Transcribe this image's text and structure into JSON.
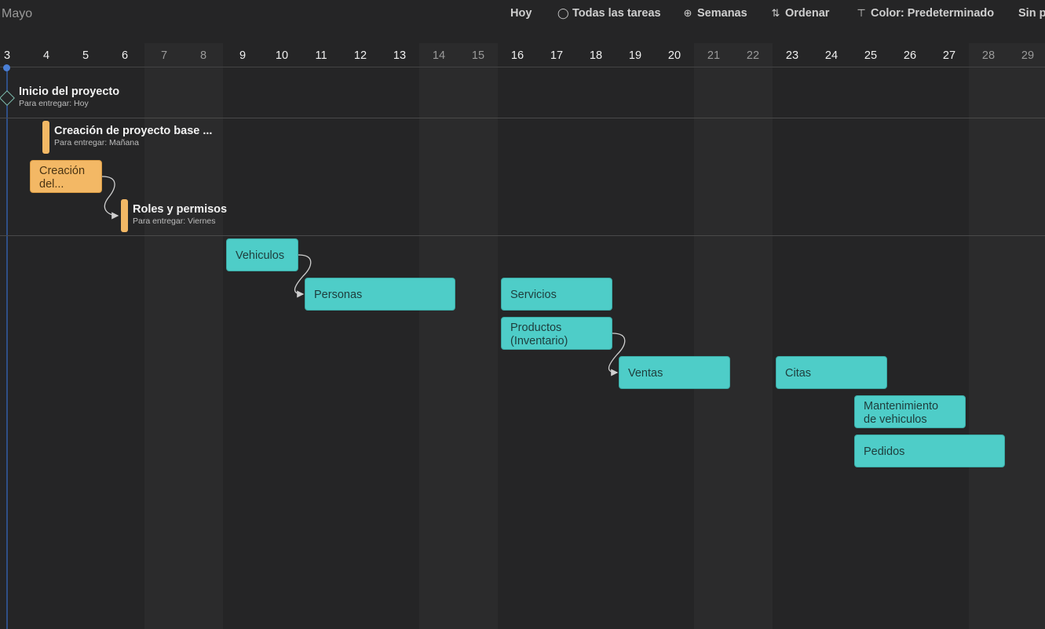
{
  "header": {
    "month": "Mayo",
    "buttons": {
      "today": "Hoy",
      "all_tasks": "Todas las tareas",
      "weeks": "Semanas",
      "sort": "Ordenar",
      "color": "Color: Predeterminado",
      "overflow": "Sin p"
    },
    "icons": {
      "all_tasks": "check-circle-icon",
      "weeks": "zoom-in-icon",
      "sort": "sort-arrows-icon",
      "color": "paint-roller-icon"
    }
  },
  "days": [
    "3",
    "4",
    "5",
    "6",
    "7",
    "8",
    "9",
    "10",
    "11",
    "12",
    "13",
    "14",
    "15",
    "16",
    "17",
    "18",
    "19",
    "20",
    "21",
    "22",
    "23",
    "24",
    "25",
    "26",
    "27",
    "28",
    "29"
  ],
  "milestone": {
    "title": "Inicio del proyecto",
    "due": "Para entregar: Hoy"
  },
  "group1": {
    "task_base": {
      "title": "Creación de proyecto base ...",
      "due": "Para entregar: Mañana"
    },
    "task_creacion": {
      "line1": "Creación",
      "line2": "del..."
    },
    "task_roles": {
      "title": "Roles y permisos",
      "due": "Para entregar: Viernes"
    }
  },
  "group2": {
    "vehiculos": "Vehiculos",
    "personas": "Personas",
    "servicios": "Servicios",
    "productos_line1": "Productos",
    "productos_line2": "(Inventario)",
    "ventas": "Ventas",
    "citas": "Citas",
    "mantenimiento_line1": "Mantenimiento",
    "mantenimiento_line2": "de vehiculos",
    "pedidos": "Pedidos"
  },
  "colors": {
    "background": "#252526",
    "weekend": "#2b2b2c",
    "orange_task": "#f3b865",
    "teal_task": "#4ecdc8",
    "today_line": "#2f4f86"
  }
}
